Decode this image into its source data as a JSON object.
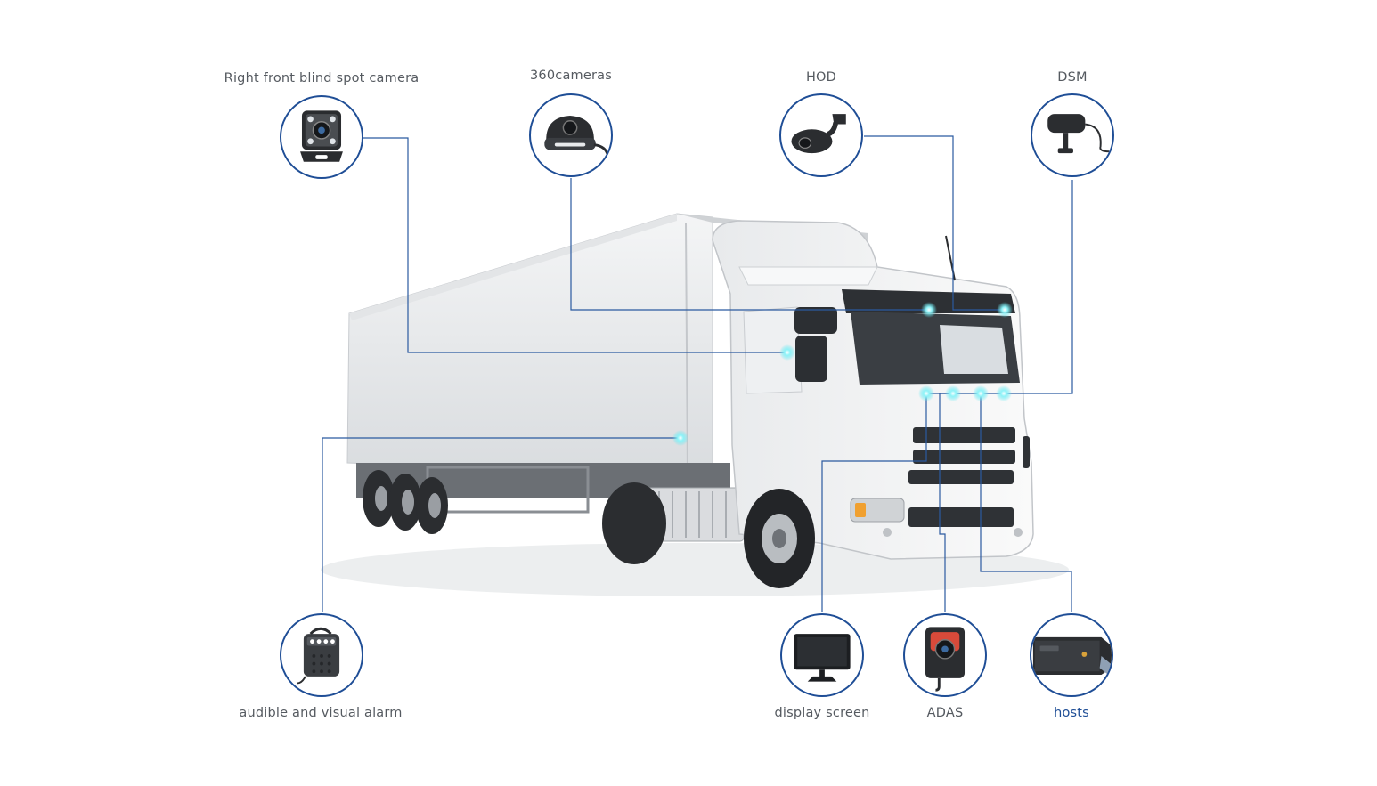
{
  "components": {
    "right_front_blind_spot_camera": {
      "label": "Right front blind spot camera",
      "icon": "blind-spot-camera-icon"
    },
    "cameras_360": {
      "label": "360cameras",
      "icon": "dome-camera-icon"
    },
    "hod": {
      "label": "HOD",
      "icon": "hod-camera-icon"
    },
    "dsm": {
      "label": "DSM",
      "icon": "dsm-camera-icon"
    },
    "audible_visual_alarm": {
      "label": "audible and visual alarm",
      "icon": "alarm-speaker-icon"
    },
    "display_screen": {
      "label": "display screen",
      "icon": "monitor-icon"
    },
    "adas": {
      "label": "ADAS",
      "icon": "adas-camera-icon"
    },
    "hosts": {
      "label": "hosts",
      "icon": "mdvr-host-icon",
      "highlighted": true
    }
  },
  "colors": {
    "accent": "#1f4e96",
    "connector": "#2b5aa0",
    "marker_glow": "#5fe6f0",
    "label_text": "#555a60"
  }
}
